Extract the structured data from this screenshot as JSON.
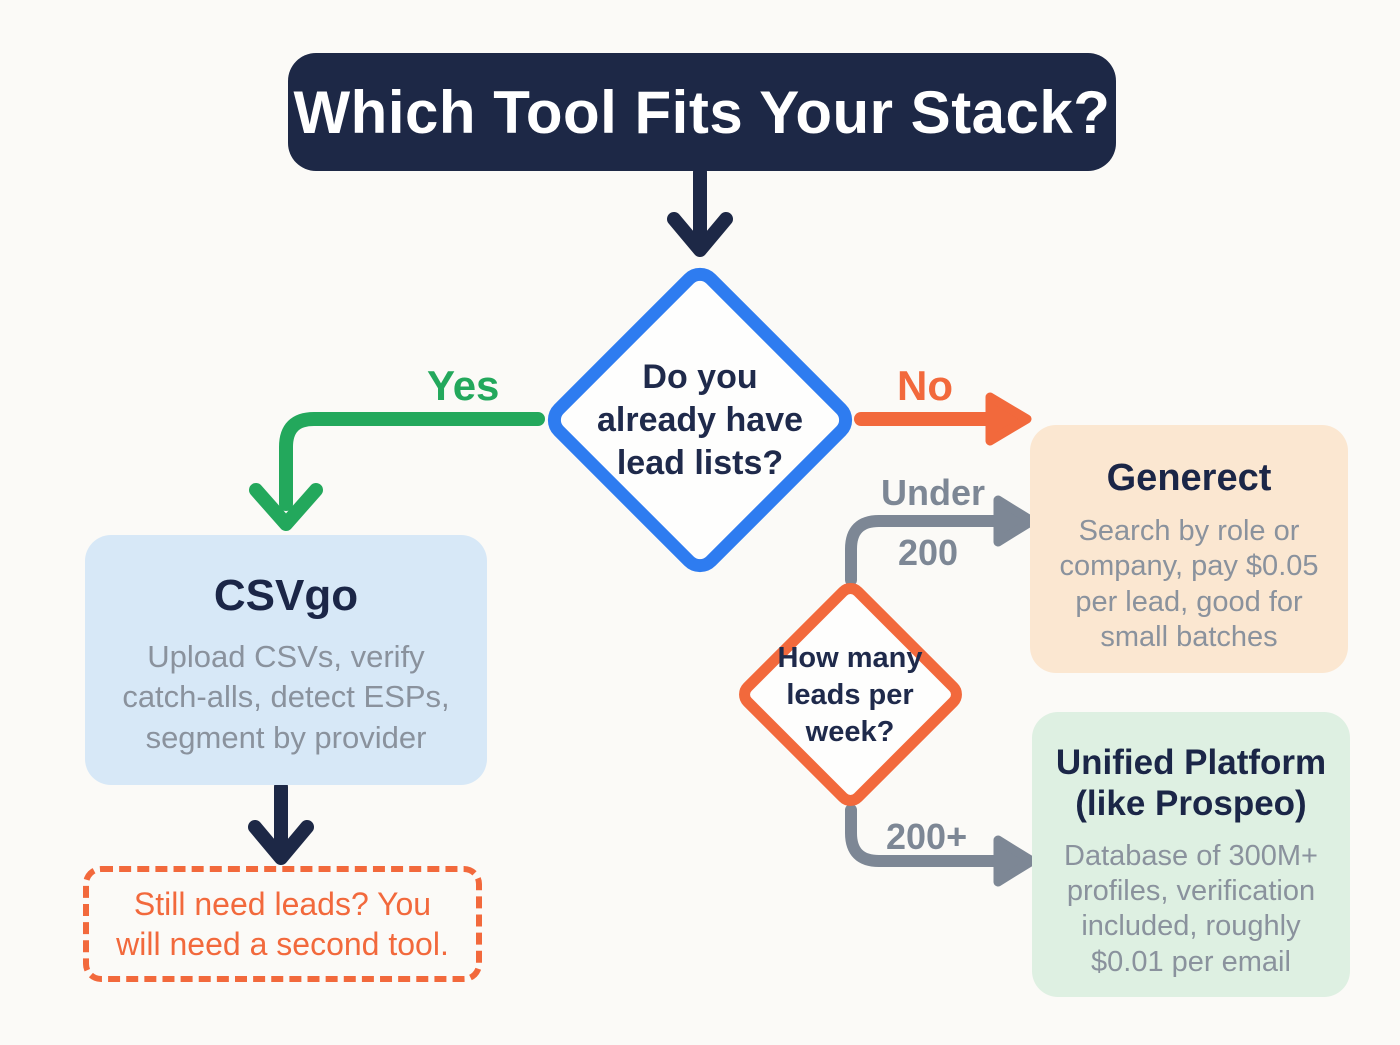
{
  "header": {
    "title": "Which Tool Fits Your Stack?"
  },
  "decision_lead_lists": {
    "question": "Do you already have lead lists?",
    "lines": [
      "Do you",
      "already have",
      "lead lists?"
    ]
  },
  "decision_leads_per_week": {
    "question": "How many leads per week?",
    "lines": [
      "How many",
      "leads per",
      "week?"
    ]
  },
  "branch_labels": {
    "yes": "Yes",
    "no": "No",
    "under_line1": "Under",
    "under_line2": "200",
    "over": "200+"
  },
  "csvgo_card": {
    "title": "CSVgo",
    "description": "Upload CSVs, verify catch-alls, detect ESPs, segment by provider"
  },
  "warning_note": {
    "text": "Still need leads? You will need a second tool."
  },
  "generect_card": {
    "title": "Generect",
    "description": "Search by role or company, pay $0.05 per lead, good for small batches"
  },
  "unified_card": {
    "title": "Unified Platform (like Prospeo)",
    "description": "Database of 300M+ profiles, verification included, roughly $0.01 per email"
  },
  "colors": {
    "navy": "#1d2846",
    "blue": "#2e7cf0",
    "green": "#23a85c",
    "orange": "#f2693c",
    "gray": "#7d8795",
    "light_blue": "#d7e8f7",
    "peach": "#fbe7d1",
    "light_green": "#def0e2",
    "background": "#fbfaf7"
  }
}
